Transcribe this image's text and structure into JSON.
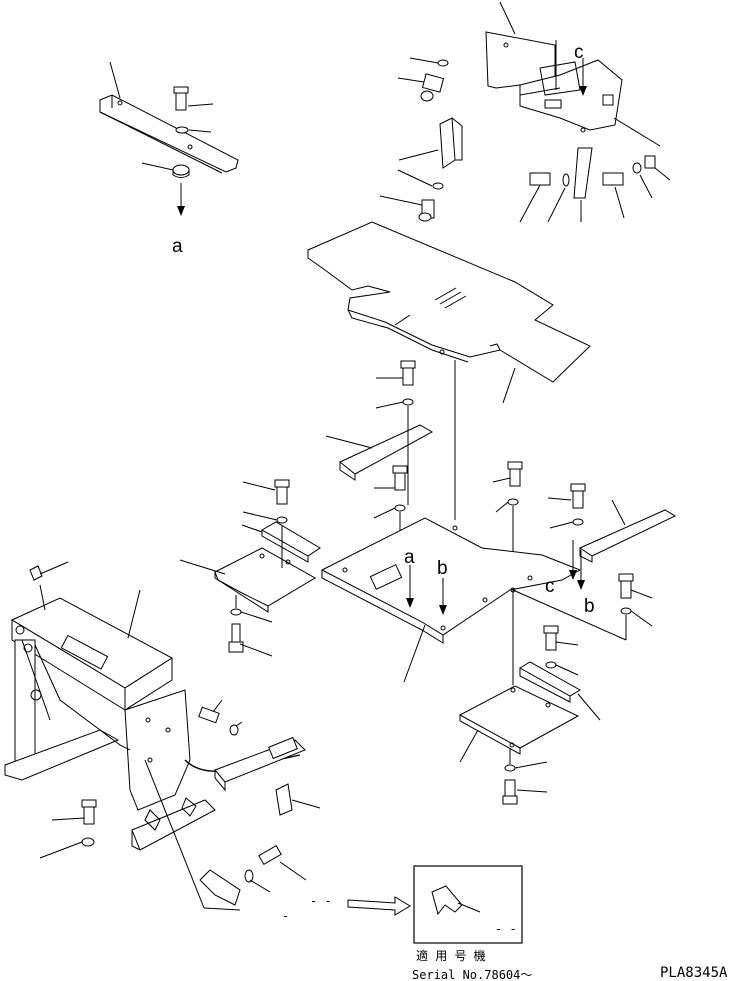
{
  "callouts": {
    "a_top": "a",
    "c_top": "c",
    "a_mid": "a",
    "b_mid": "b",
    "c_right": "c",
    "b_right": "b"
  },
  "inset": {
    "dash_label": "- -",
    "applicable_label": "適 用 号 機",
    "serial": "Serial No.78604～"
  },
  "outside_dash_label": "- -",
  "drawing_code": "PLA8345A"
}
